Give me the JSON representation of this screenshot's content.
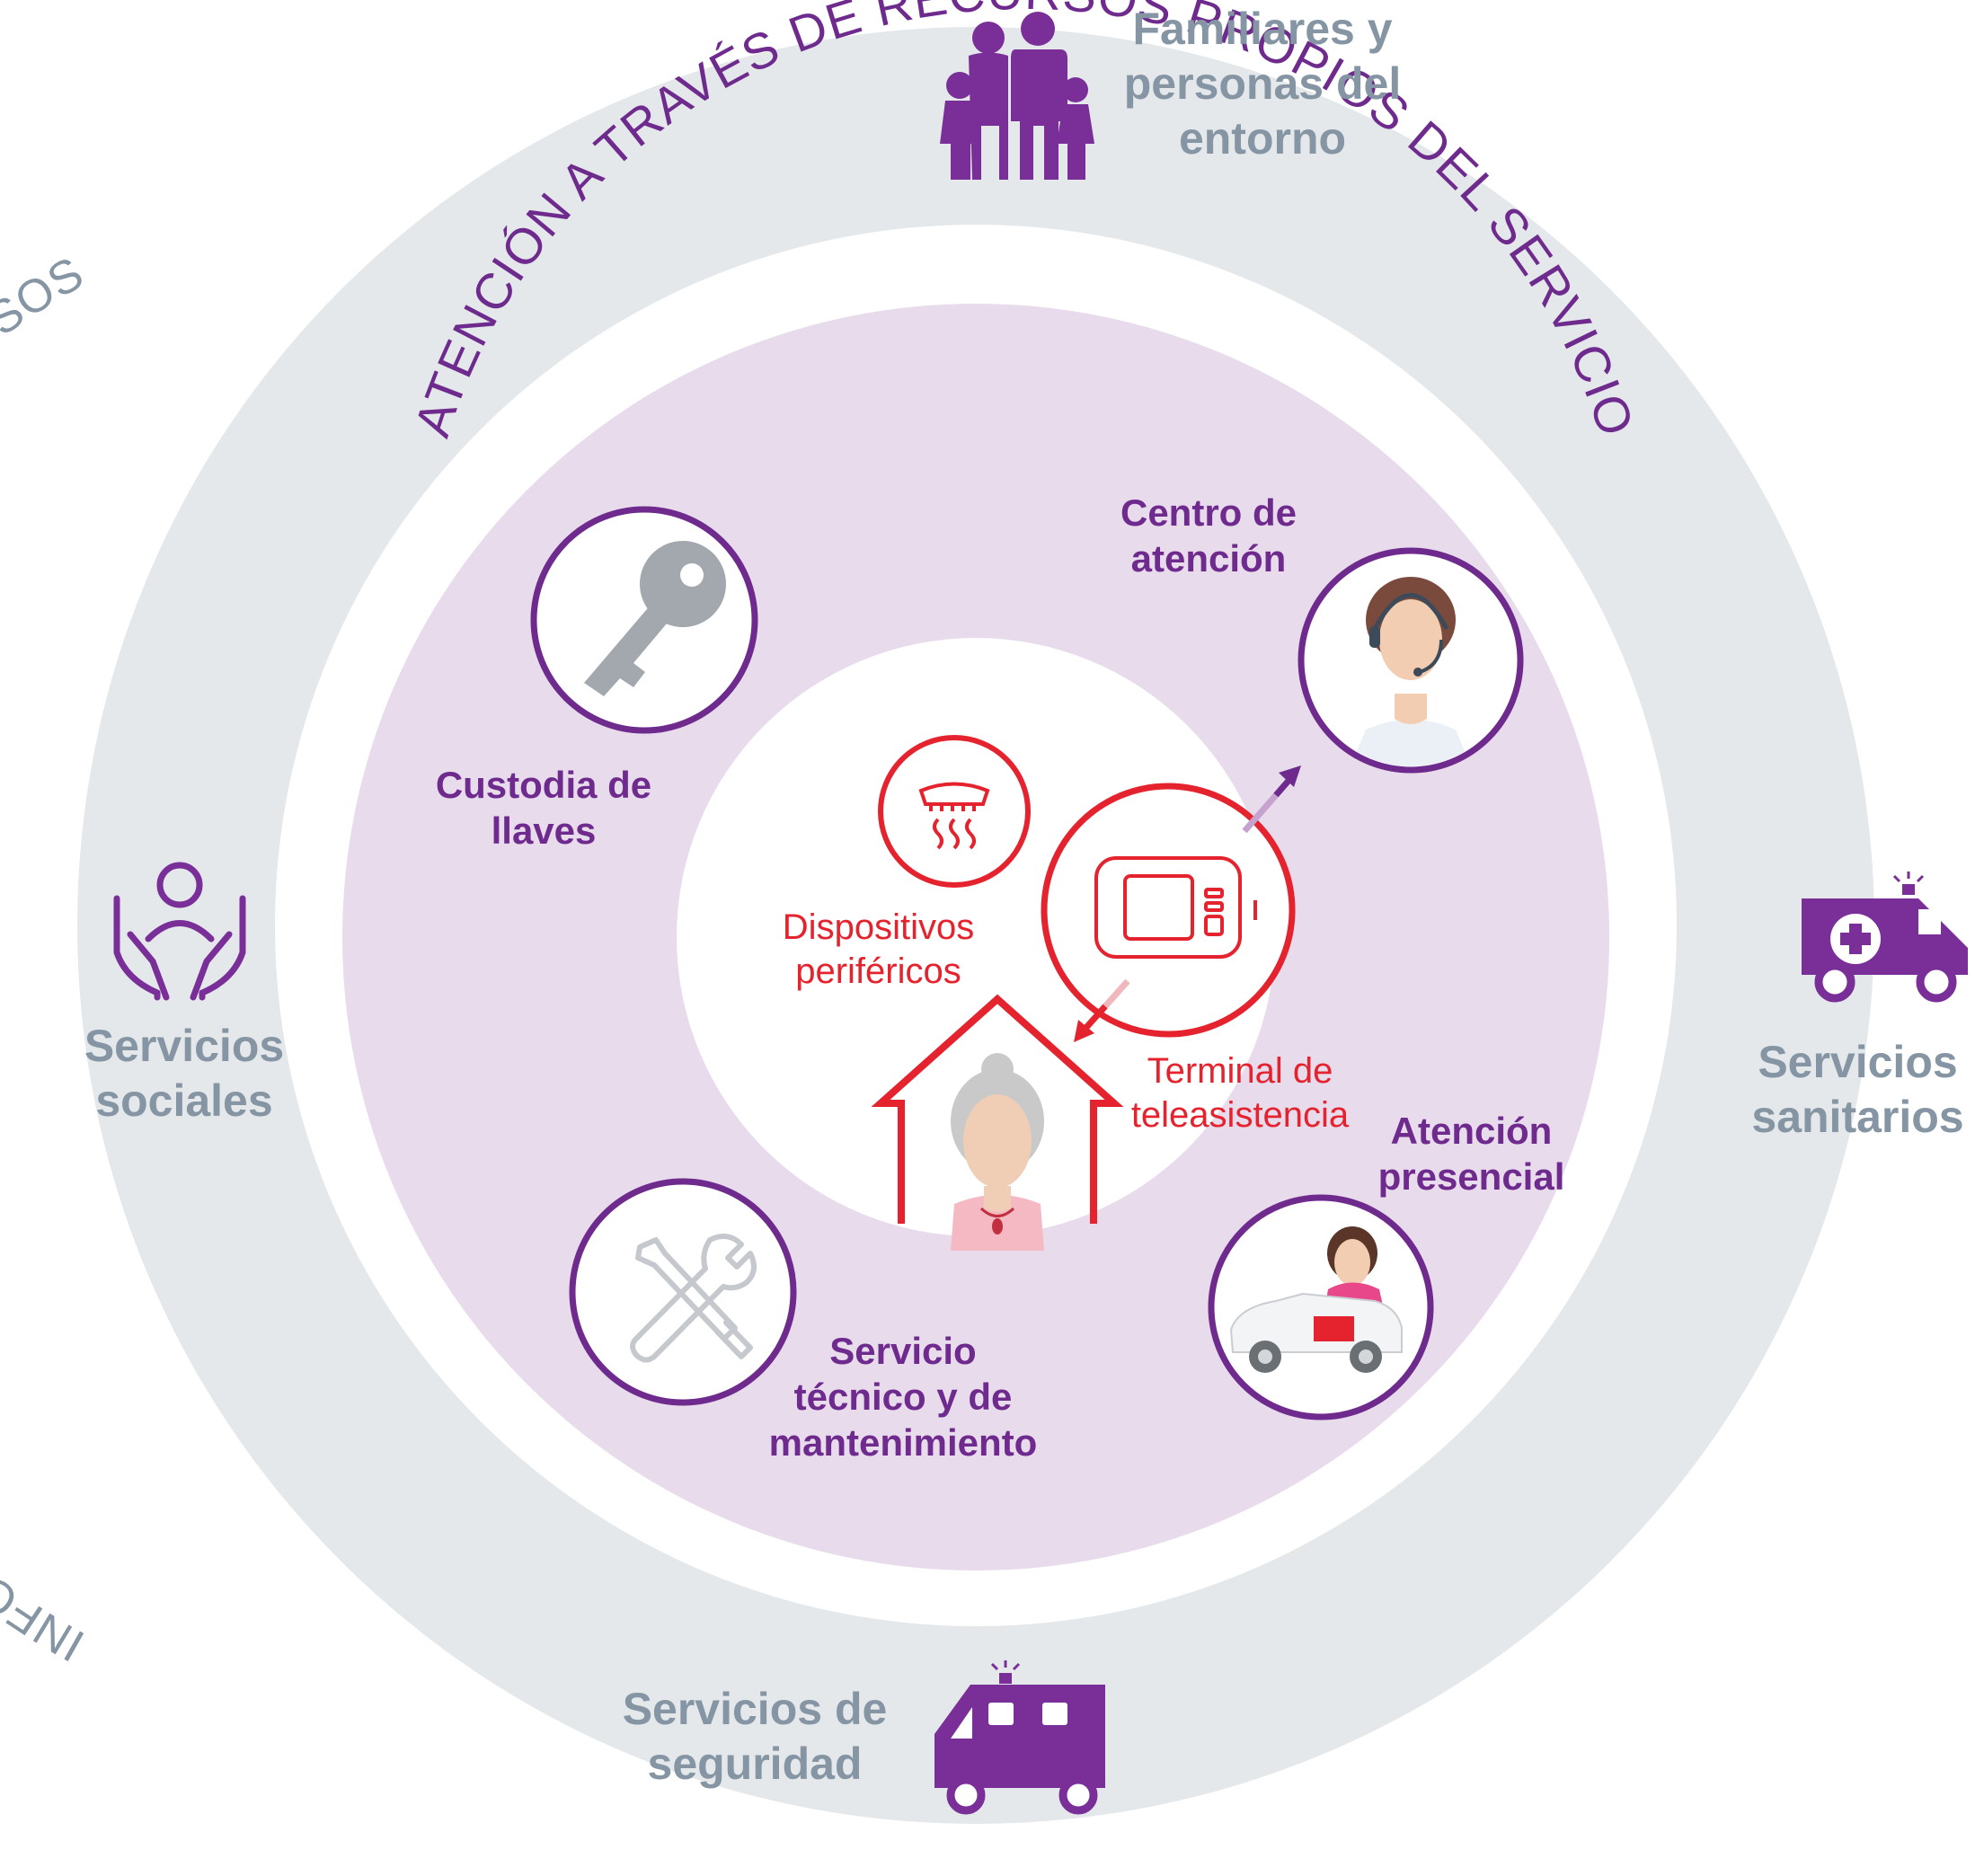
{
  "colors": {
    "outer_ring": "#e4e8eb",
    "purple_ring": "#e7dbec",
    "purple": "#6e2a8c",
    "red": "#e5232e",
    "grey_text": "#8595a3"
  },
  "arc_texts": {
    "outer": "INFORMACIÓN, COORDINACIÓN Y ACTIVACIÓN DE OTROS RECURSOS",
    "inner": "ATENCIÓN A TRAVÉS DE RECURSOS PROPIOS DEL SERVICIO"
  },
  "outer_resources": {
    "family": {
      "line1": "Familiares y",
      "line2": "personas del",
      "line3": "entorno",
      "icon": "family-icon"
    },
    "social": {
      "line1": "Servicios",
      "line2": "sociales",
      "icon": "caring-hands-icon"
    },
    "health": {
      "line1": "Servicios",
      "line2": "sanitarios",
      "icon": "ambulance-icon"
    },
    "security": {
      "line1": "Servicios de",
      "line2": "seguridad",
      "icon": "emergency-van-icon"
    }
  },
  "own_resources": {
    "keys": {
      "line1": "Custodia de",
      "line2": "llaves",
      "icon": "key-icon"
    },
    "center": {
      "line1": "Centro de",
      "line2": "atención",
      "icon": "operator-headset-icon"
    },
    "in_person": {
      "line1": "Atención",
      "line2": "presencial",
      "icon": "car-visit-icon"
    },
    "technical": {
      "line1": "Servicio",
      "line2": "técnico y de",
      "line3": "mantenimiento",
      "icon": "tools-icon"
    }
  },
  "core": {
    "devices": {
      "line1": "Dispositivos",
      "line2": "periféricos",
      "icon": "smoke-detector-icon"
    },
    "terminal": {
      "line1": "Terminal de",
      "line2": "teleasistencia",
      "icon": "terminal-device-icon"
    },
    "user_icon": "elderly-woman-home-icon"
  }
}
